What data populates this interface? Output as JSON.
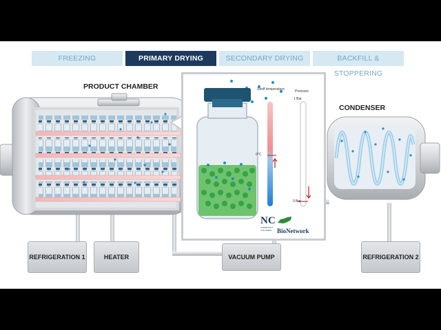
{
  "tabs": [
    {
      "label": "FREEZING",
      "active": false
    },
    {
      "label": "PRIMARY DRYING",
      "active": true
    },
    {
      "label": "SECONDARY DRYING",
      "active": false
    },
    {
      "label": "BACKFILL & STOPPERING",
      "active": false
    }
  ],
  "labels": {
    "product_chamber": "PRODUCT CHAMBER",
    "condenser": "CONDENSER"
  },
  "equipment": {
    "refrigeration_1": "REFRIGERATION 1",
    "heater": "HEATER",
    "vacuum_pump": "VACUUM PUMP",
    "refrigeration_2": "REFRIGERATION 2"
  },
  "gauges": {
    "shelf_temperature_title": "Shelf temperature",
    "shelf_temperature_mark": "0°C",
    "pressure_title": "Pressure",
    "pressure_top": "1 Bar",
    "pressure_bottom": "0 Bar"
  },
  "logos": {
    "nc_text": "NC",
    "nc_sub": "COMMUNITY COLLEGES",
    "bionetwork_text": "BioNetwork"
  },
  "colors": {
    "tab_active": "#1d3a5c",
    "tab_inactive": "#d6e8f2",
    "vapor_dot": "#1f8cd0",
    "frozen_product": "#3fb356"
  }
}
